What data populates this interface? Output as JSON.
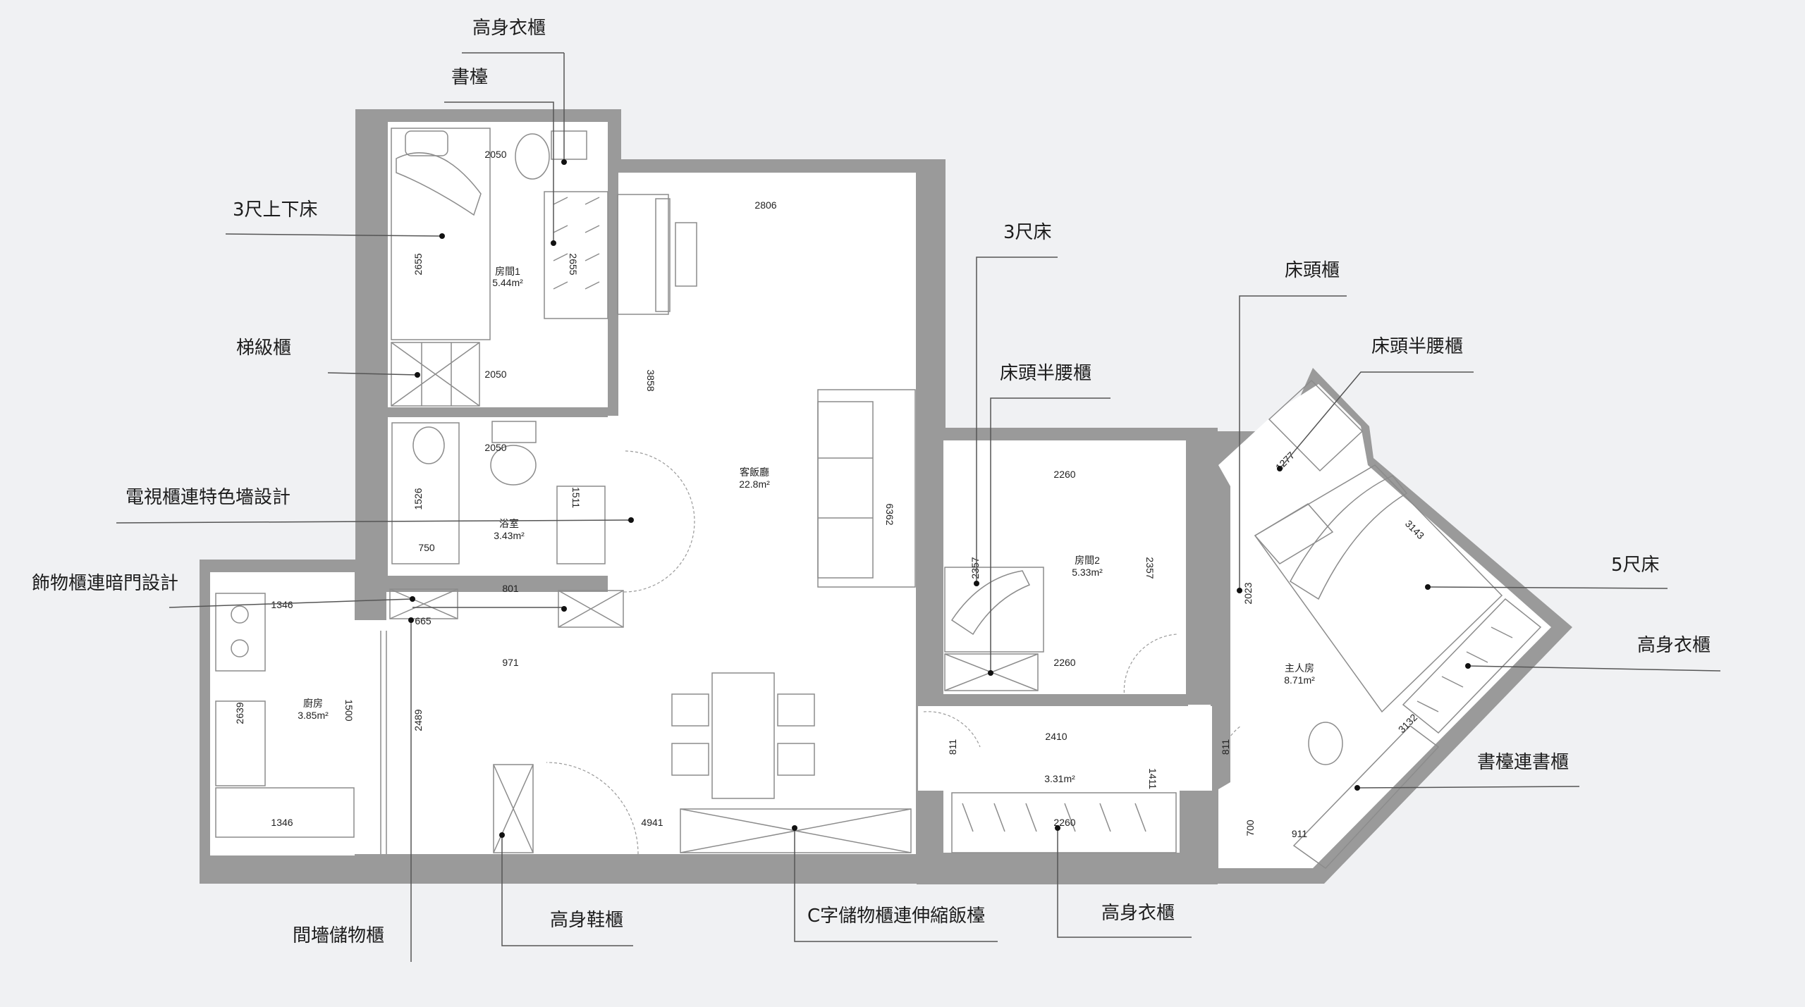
{
  "rooms": {
    "room1": {
      "name": "房間1",
      "area": "5.44m²"
    },
    "bath": {
      "name": "浴室",
      "area": "3.43m²"
    },
    "kitchen": {
      "name": "廚房",
      "area": "3.85m²"
    },
    "living": {
      "name": "客飯廳",
      "area": "22.8m²"
    },
    "room2": {
      "name": "房間2",
      "area": "5.33m²"
    },
    "corridor": {
      "name": "",
      "area": "3.31m²"
    },
    "master": {
      "name": "主人房",
      "area": "8.71m²"
    }
  },
  "labels": {
    "tall_wardrobe_top": "高身衣櫃",
    "desk": "書檯",
    "bunk_bed": "3尺上下床",
    "stair_cabinet": "梯級櫃",
    "tv_cabinet": "電視櫃連特色墻設計",
    "display_cabinet": "飾物櫃連暗門設計",
    "partition_storage": "間墻儲物櫃",
    "shoe_cabinet": "高身鞋櫃",
    "c_storage": "C字儲物櫃連伸縮飯檯",
    "tall_wardrobe_bottom": "高身衣櫃",
    "single_bed": "3尺床",
    "bedside_half_cabinet_left": "床頭半腰櫃",
    "bedside_cabinet": "床頭櫃",
    "bedside_half_cabinet_right": "床頭半腰櫃",
    "queen_bed": "5尺床",
    "tall_wardrobe_right": "高身衣櫃",
    "desk_bookcase": "書檯連書櫃"
  },
  "dimensions": {
    "d2050a": "2050",
    "d2655a": "2655",
    "d2655b": "2655",
    "d2050b": "2050",
    "d2806": "2806",
    "d3858": "3858",
    "d2050c": "2050",
    "d1526": "1526",
    "d1511": "1511",
    "d750": "750",
    "d801": "801",
    "d1346a": "1346",
    "d665": "665",
    "d971": "971",
    "d2639": "2639",
    "d1500": "1500",
    "d2489": "2489",
    "d1346b": "1346",
    "d6362": "6362",
    "d4941": "4941",
    "d2260a": "2260",
    "d2357a": "2357",
    "d2357b": "2357",
    "d2260b": "2260",
    "d2410": "2410",
    "d811a": "811",
    "d811b": "811",
    "d1411": "1411",
    "d2260c": "2260",
    "d1277": "1277",
    "d3143": "3143",
    "d2023": "2023",
    "d3132": "3132",
    "d700": "700",
    "d911": "911"
  },
  "colors": {
    "wall": "#9a9a9a",
    "floor": "#ffffff",
    "background": "#f0f1f3"
  }
}
